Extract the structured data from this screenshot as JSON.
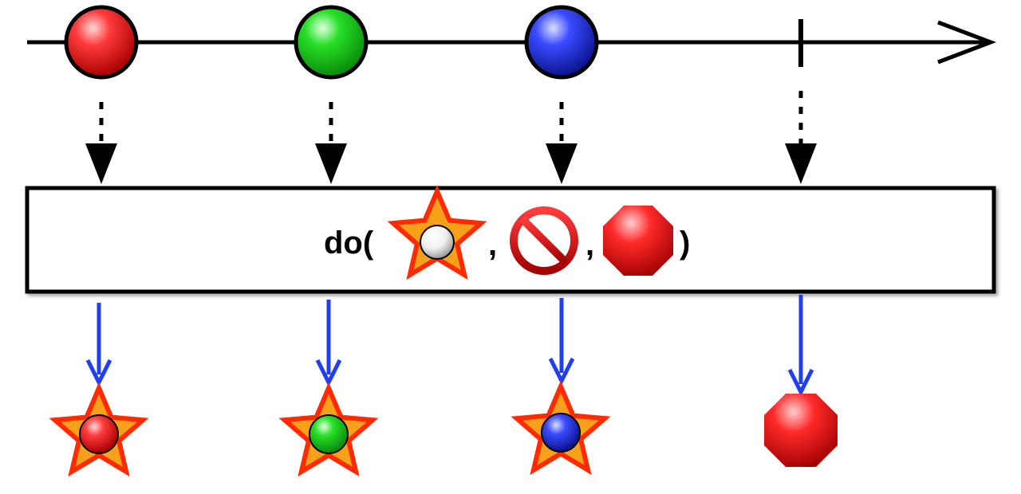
{
  "operator": {
    "prefix": "do(",
    "separator_1": ",",
    "separator_2": ",",
    "suffix": ")"
  },
  "source_items": [
    {
      "color": "red",
      "kind": "item"
    },
    {
      "color": "green",
      "kind": "item"
    },
    {
      "color": "blue",
      "kind": "item"
    },
    {
      "kind": "completion"
    }
  ],
  "result_items": [
    {
      "color": "red",
      "icon": "star-with-marble-icon"
    },
    {
      "color": "green",
      "icon": "star-with-marble-icon"
    },
    {
      "color": "blue",
      "icon": "star-with-marble-icon"
    },
    {
      "icon": "stop-octagon-icon"
    }
  ],
  "operator_icons": [
    "star-with-white-marble-icon",
    "prohibited-sign-icon",
    "stop-octagon-icon"
  ],
  "colors": {
    "red": "#e8141b",
    "green": "#1ec21e",
    "blue": "#1a2dd9",
    "arrow_blue": "#1f3ff0",
    "star_fill": "#f7a11a",
    "star_stroke": "#ff2a00"
  }
}
